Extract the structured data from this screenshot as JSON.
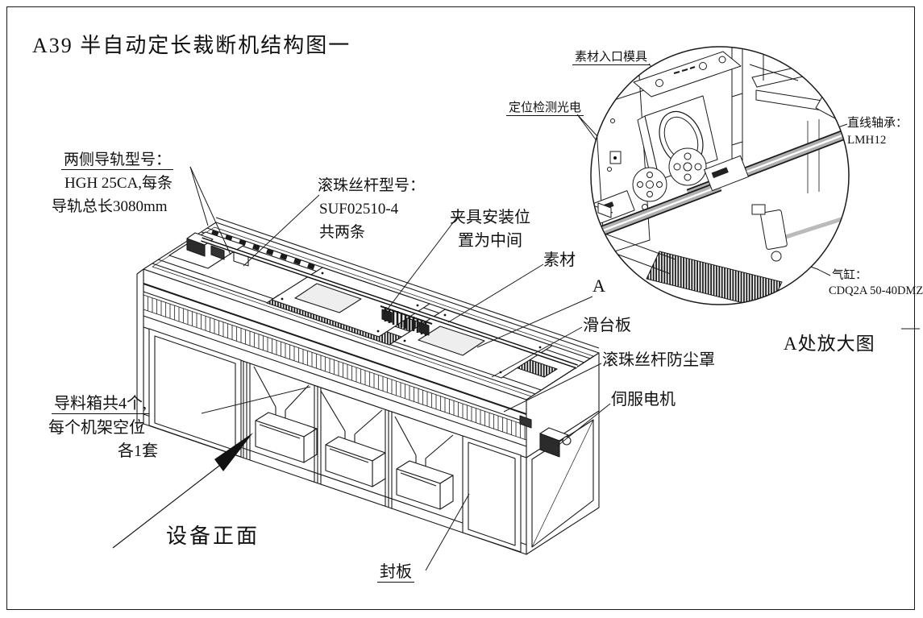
{
  "title": "A39 半自动定长裁断机结构图一",
  "annotations": {
    "guide_rail": {
      "l1": "两侧导轨型号：",
      "l2": "HGH 25CA,每条",
      "l3": "导轨总长3080mm"
    },
    "ball_screw": {
      "l1": "滚珠丝杆型号：",
      "l2": "SUF02510-4",
      "l3": "共两条"
    },
    "clamp": {
      "l1": "夹具安装位",
      "l2": "置为中间"
    },
    "material": "素材",
    "detail_ref": "A",
    "slide_plate": "滑台板",
    "screw_dust_cover": "滚珠丝杆防尘罩",
    "servo_motor": "伺服电机",
    "guide_box": {
      "l1": "导料箱共4个,",
      "l2": "每个机架空位",
      "l3": "各1套"
    },
    "device_front": "设备正面",
    "cover_plate": "封板"
  },
  "detail_view": {
    "inlet_mold": "素材入口模具",
    "position_sensor": "定位检测光电",
    "linear_bearing": {
      "l1": "直线轴承：",
      "l2": "LMH12"
    },
    "air_cylinder": {
      "l1": "气缸：",
      "l2": "CDQ2A 50-40DMZ"
    },
    "caption": "A处放大图"
  },
  "colors": {
    "line": "#1a1a1a",
    "rail_gray": "#b0b0b0",
    "background": "#ffffff"
  }
}
